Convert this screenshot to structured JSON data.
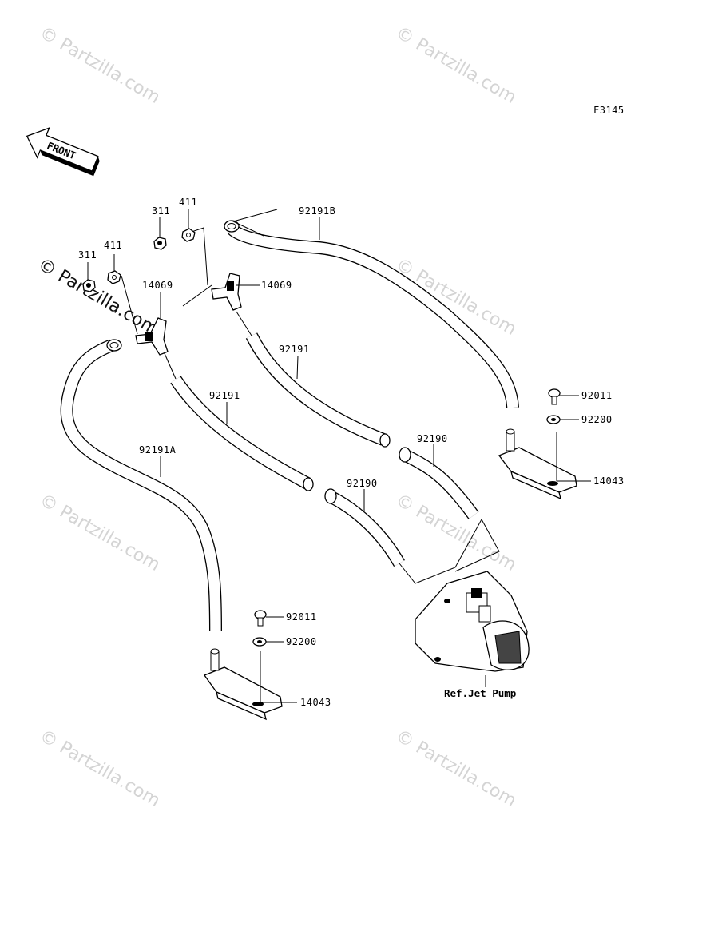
{
  "watermark": {
    "text": "© Partzilla.com"
  },
  "diagram_code": "F3145",
  "front_arrow_label": "FRONT",
  "callouts": {
    "p311_a": "311",
    "p411_a": "411",
    "p311_b": "311",
    "p411_b": "411",
    "p14069_a": "14069",
    "p14069_b": "14069",
    "p92191B": "92191B",
    "p92191_a": "92191",
    "p92191_b": "92191",
    "p92191A": "92191A",
    "p92190_a": "92190",
    "p92190_b": "92190",
    "p92011_a": "92011",
    "p92200_a": "92200",
    "p14043_a": "14043",
    "p92011_b": "92011",
    "p92200_b": "92200",
    "p14043_b": "14043",
    "ref_jet_pump": "Ref.Jet Pump"
  }
}
